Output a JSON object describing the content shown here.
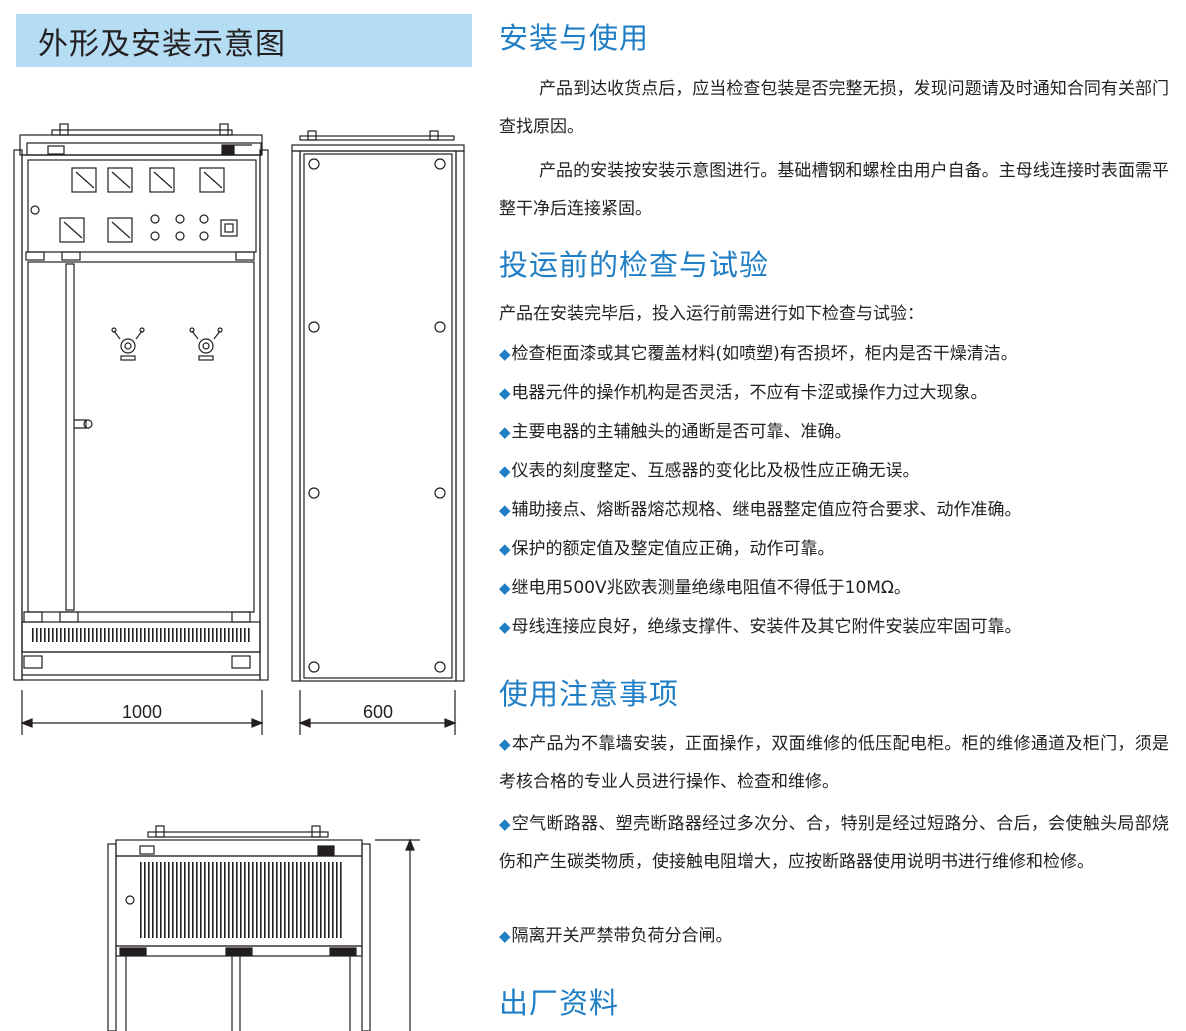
{
  "left": {
    "banner_title": "外形及安装示意图",
    "dims": {
      "width_front": "1000",
      "width_side": "600"
    }
  },
  "right": {
    "s1": {
      "title": "安装与使用",
      "p1": "产品到达收货点后，应当检查包装是否完整无损，发现问题请及时通知合同有关部门查找原因。",
      "p2": "产品的安装按安装示意图进行。基础槽钢和螺栓由用户自备。主母线连接时表面需平整干净后连接紧固。"
    },
    "s2": {
      "title": "投运前的检查与试验",
      "intro": "产品在安装完毕后，投入运行前需进行如下检查与试验：",
      "items": [
        "检查柜面漆或其它覆盖材料(如喷塑)有否损坏，柜内是否干燥清洁。",
        "电器元件的操作机构是否灵活，不应有卡涩或操作力过大现象。",
        "主要电器的主辅触头的通断是否可靠、准确。",
        "仪表的刻度整定、互感器的变化比及极性应正确无误。",
        "辅助接点、熔断器熔芯规格、继电器整定值应符合要求、动作准确。",
        "保护的额定值及整定值应正确，动作可靠。",
        "继电用500V兆欧表测量绝缘电阻值不得低于10MΩ。",
        "母线连接应良好，绝缘支撑件、安装件及其它附件安装应牢固可靠。"
      ]
    },
    "s3": {
      "title": "使用注意事项",
      "p1": "本产品为不靠墙安装，正面操作，双面维修的低压配电柜。柜的维修通道及柜门，须是考核合格的专业人员进行操作、检查和维修。",
      "p2": "空气断路器、塑壳断路器经过多次分、合，特别是经过短路分、合后，会使触头局部烧伤和产生碳类物质，使接触电阻增大，应按断路器使用说明书进行维修和检修。",
      "p3": "隔离开关严禁带负荷分合闸。"
    },
    "s4": {
      "title": "出厂资料"
    }
  }
}
